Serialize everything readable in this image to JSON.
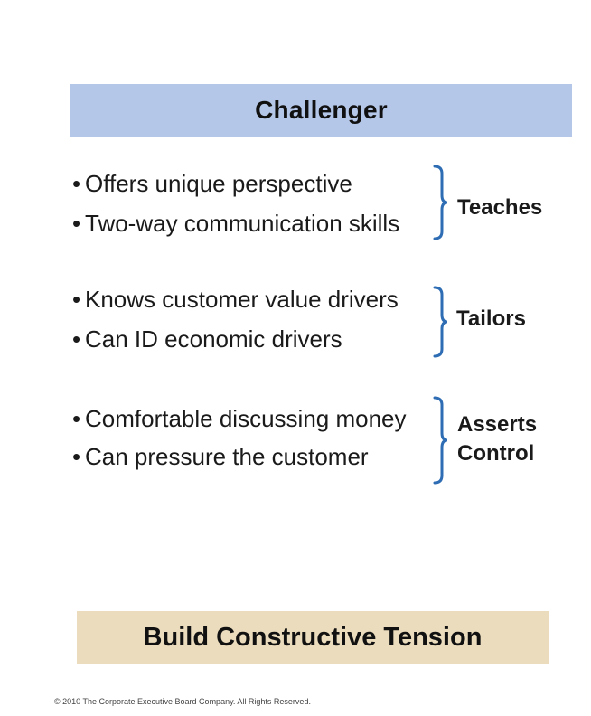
{
  "header": {
    "title": "Challenger"
  },
  "groups": [
    {
      "items": [
        "Offers unique perspective",
        "Two-way communication skills"
      ],
      "trait": "Teaches"
    },
    {
      "items": [
        "Knows customer value drivers",
        "Can ID economic drivers"
      ],
      "trait": "Tailors"
    },
    {
      "items": [
        "Comfortable discussing money",
        "Can pressure the customer"
      ],
      "trait": "Asserts Control"
    }
  ],
  "footer": {
    "title": "Build Constructive Tension",
    "copyright": "© 2010 The Corporate Executive Board Company. All Rights Reserved."
  },
  "colors": {
    "header_band": "#b5c7e8",
    "footer_band": "#ebdcbd",
    "bracket": "#2e6db4"
  },
  "icons": {
    "bracket": "right-curly-bracket-icon",
    "bullet": "bullet-dot-icon"
  }
}
